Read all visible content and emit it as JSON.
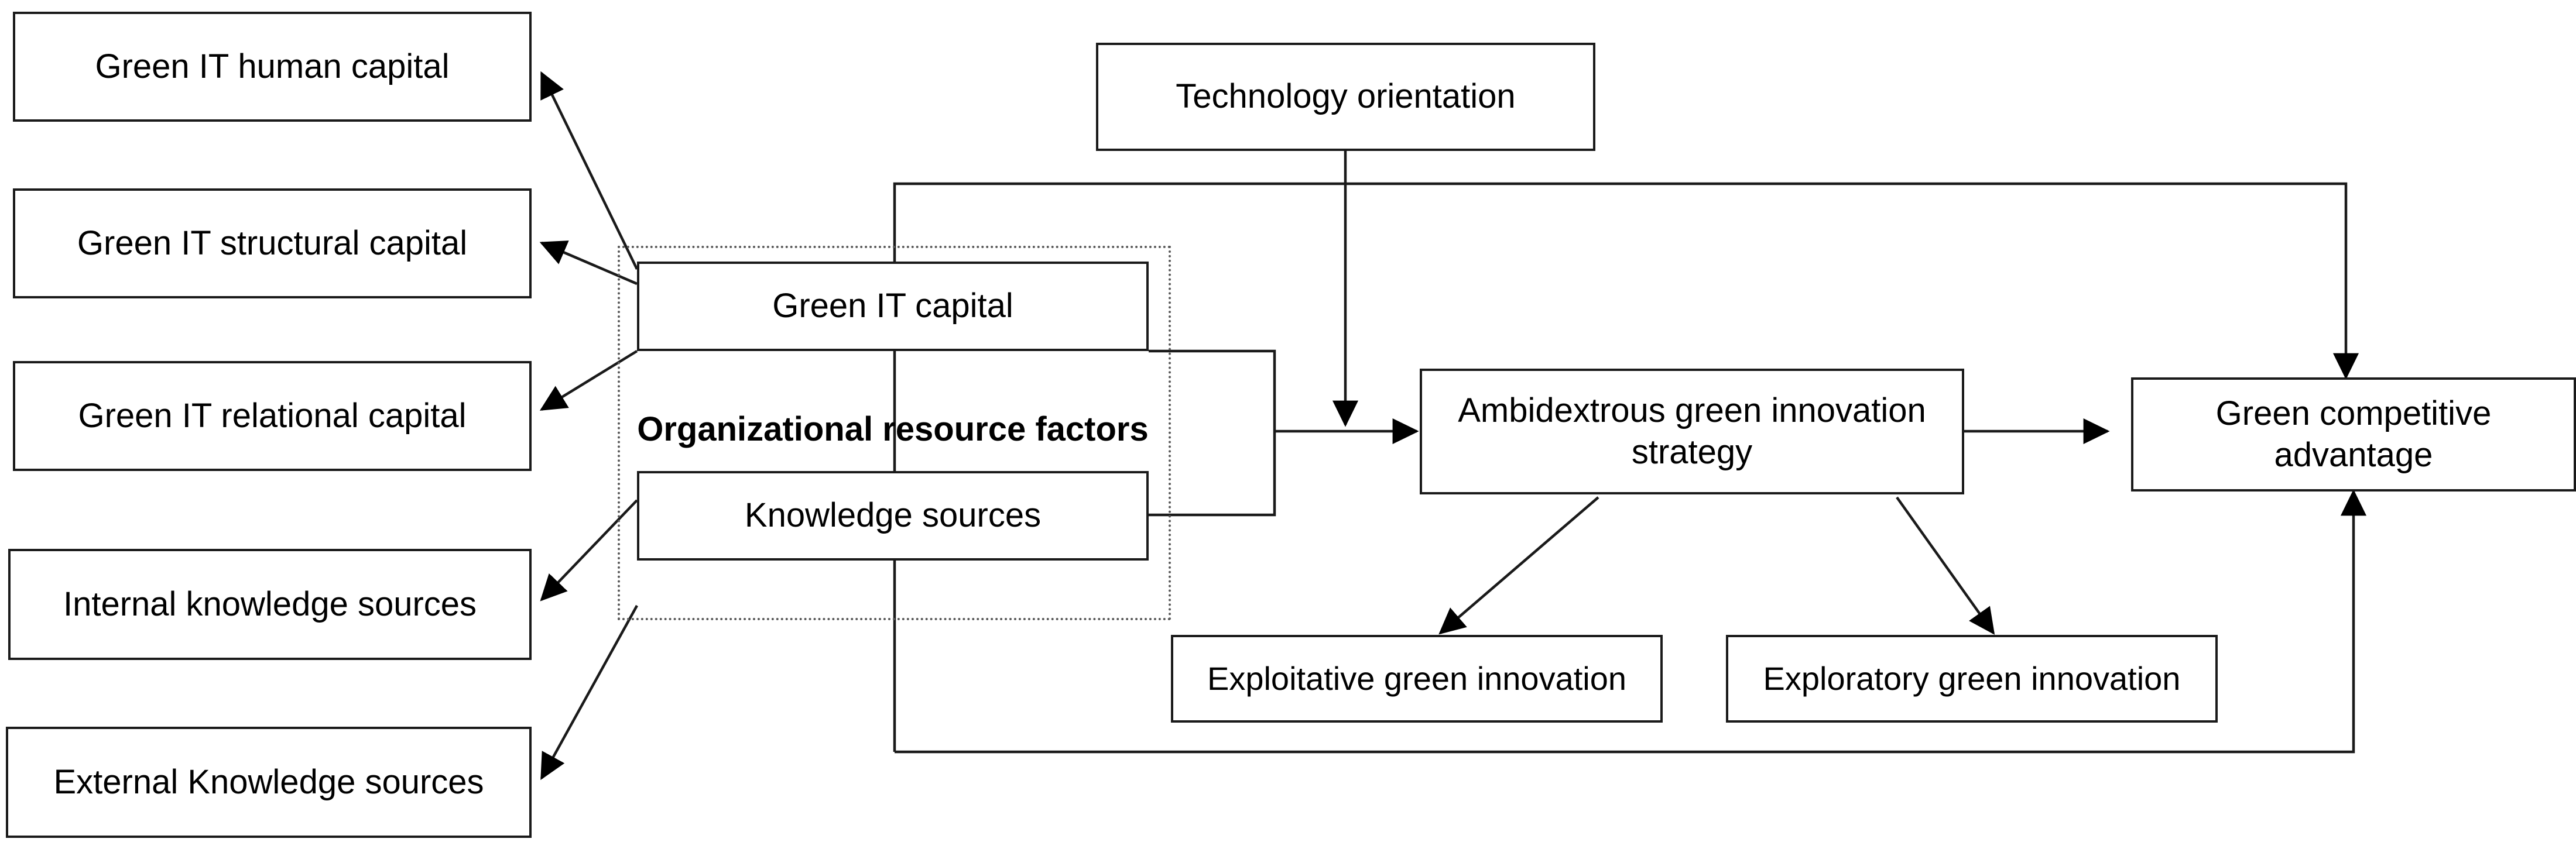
{
  "diagram": {
    "title": "Green IT capital and knowledge sources research framework",
    "background_color": "#ffffff",
    "line_color": "#1a1a1a",
    "group_border_color": "#5a5a5a"
  },
  "antecedents": {
    "group_label": "Organizational resource factors",
    "items": [
      {
        "id": "green-it-human-capital",
        "label": "Green IT human capital"
      },
      {
        "id": "green-it-structural-capital",
        "label": "Green IT structural capital"
      },
      {
        "id": "green-it-relational-capital",
        "label": "Green IT relational capital"
      },
      {
        "id": "internal-knowledge-sources",
        "label": "Internal knowledge sources"
      },
      {
        "id": "external-knowledge-sources",
        "label": "External Knowledge sources"
      }
    ]
  },
  "constructs": {
    "green_it_capital": "Green IT capital",
    "knowledge_sources": "Knowledge sources",
    "technology_orientation": "Technology orientation",
    "ambidextrous_strategy": "Ambidextrous green innovation strategy",
    "green_competitive_advantage": "Green competitive advantage",
    "exploitative_innovation": "Exploitative green innovation",
    "exploratory_innovation": "Exploratory green innovation"
  }
}
